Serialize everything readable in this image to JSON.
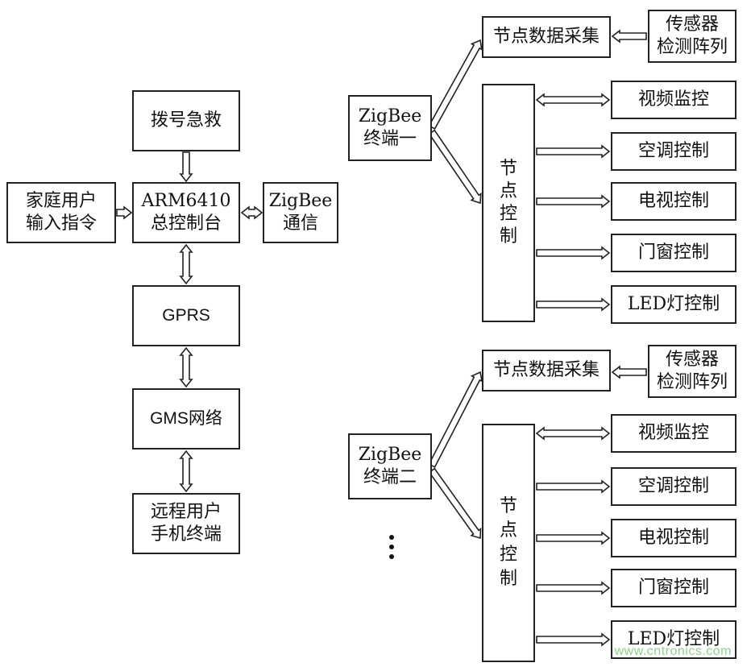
{
  "left": {
    "emergency": "拨号急救",
    "home_input": "家庭用户\n输入指令",
    "arm_console": "ARM6410\n总控制台",
    "zigbee_comm": "ZigBee\n通信",
    "gprs": "GPRS",
    "gms": "GMS网络",
    "remote": "远程用户\n手机终端"
  },
  "terminals": [
    {
      "terminal": "ZigBee\n终端一",
      "collect": "节点数据采集",
      "sensor": "传感器\n检测阵列",
      "control": "节\n点\n控\n制",
      "devices": [
        "视频监控",
        "空调控制",
        "电视控制",
        "门窗控制",
        "LED灯控制"
      ]
    },
    {
      "terminal": "ZigBee\n终端二",
      "collect": "节点数据采集",
      "sensor": "传感器\n检测阵列",
      "control": "节\n点\n控\n制",
      "devices": [
        "视频监控",
        "空调控制",
        "电视控制",
        "门窗控制",
        "LED灯控制"
      ]
    }
  ],
  "watermark": "www.cntronics.com"
}
